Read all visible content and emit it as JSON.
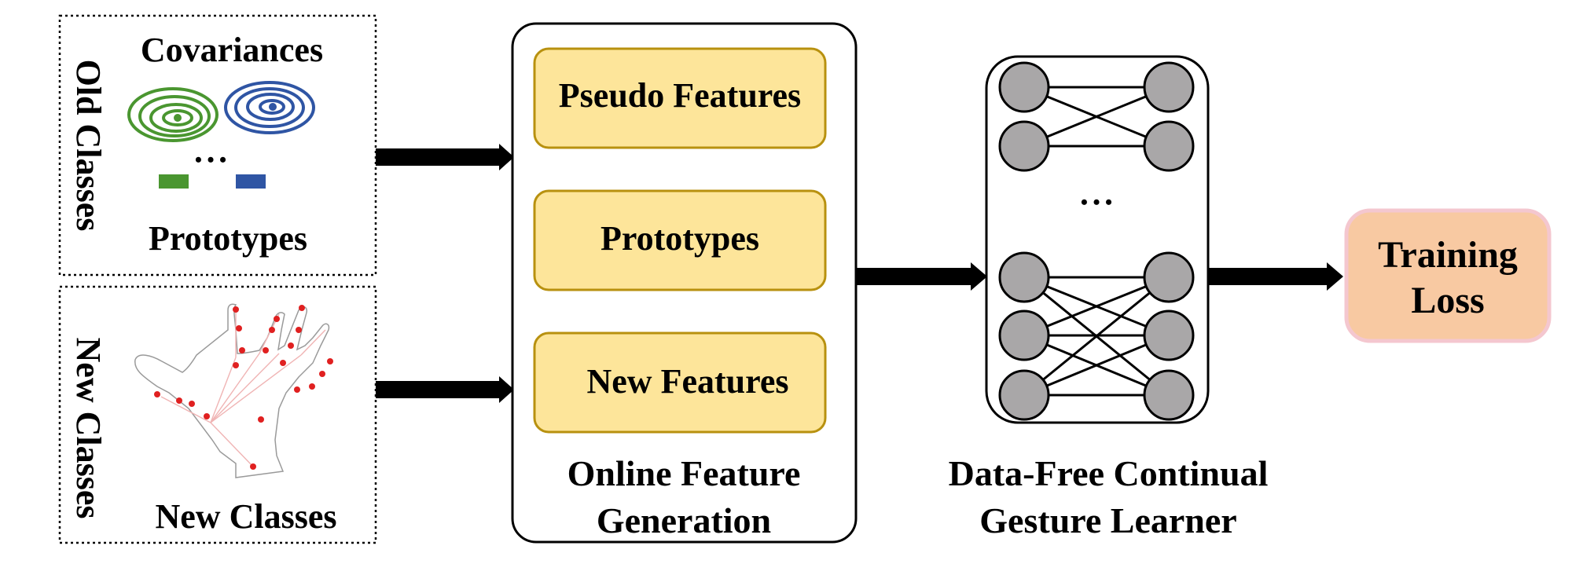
{
  "old_classes": {
    "side_label": "Old Classes",
    "covariances_label": "Covariances",
    "ellipsis": "• • •",
    "prototypes_label": "Prototypes",
    "colors": {
      "green": "#4a9630",
      "blue": "#2f55a4"
    }
  },
  "new_classes": {
    "side_label": "New Classes",
    "bottom_label": "New Classes",
    "keypoint_color": "#e02020"
  },
  "generation": {
    "items": [
      "Pseudo Features",
      "Prototypes",
      "New Features"
    ],
    "caption": [
      "Online Feature",
      "Generation"
    ],
    "box_fill": "#fde59a",
    "box_stroke": "#b8910f"
  },
  "learner": {
    "caption": [
      "Data-Free Continual",
      "Gesture Learner"
    ],
    "ellipsis": "• • •",
    "node_fill": "#a9a7a8"
  },
  "loss": {
    "lines": [
      "Training",
      "Loss"
    ],
    "fill": "#f8c9a2",
    "stroke": "#f4c7cf"
  }
}
